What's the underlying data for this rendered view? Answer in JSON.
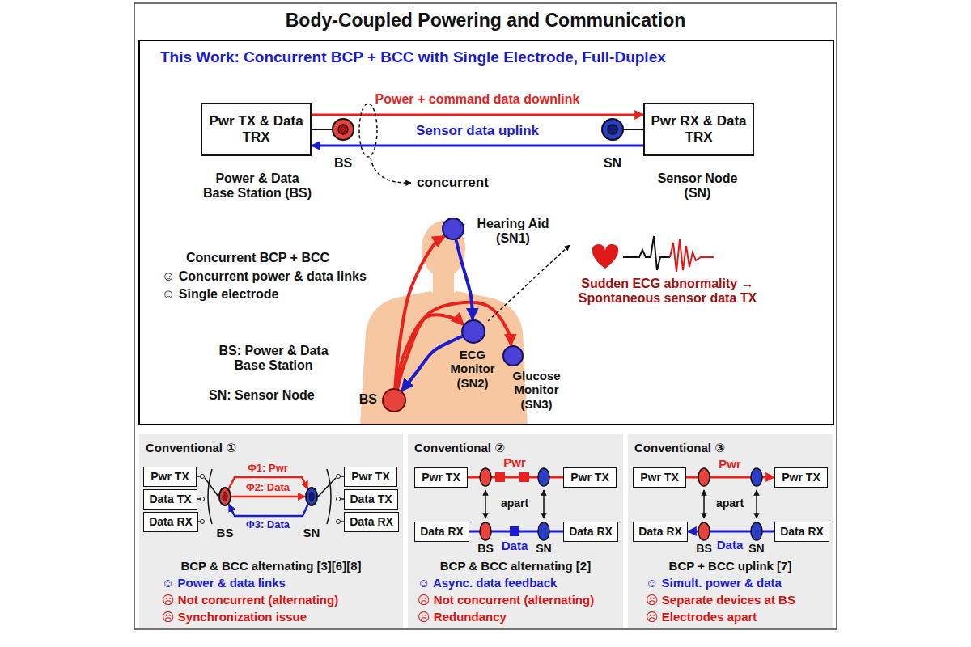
{
  "diagram": {
    "title": "Body-Coupled Powering and Communication",
    "nodes": [
      {
        "text": [
          "Pwr TX & Data TRX"
        ]
      },
      {
        "text": [
          "Pwr RX & Data TRX"
        ]
      },
      {
        "text": [
          "Hearing Aid (SN1)"
        ]
      },
      {
        "text": [
          "ECG Monitor (SN2)"
        ]
      },
      {
        "text": [
          "Glucose Monitor (SN3)"
        ]
      },
      {
        "text": [
          "BS"
        ]
      },
      {
        "text": [
          "Conventional ①",
          "BCP & BCC alternating [3][6][8]",
          "☺ Power & data links",
          "☹ Not concurrent (alternating)",
          "☹ Synchronization issue"
        ]
      },
      {
        "text": [
          "Pwr TX"
        ],
        "in": 6
      },
      {
        "text": [
          "Data TX"
        ],
        "in": 6
      },
      {
        "text": [
          "Data RX"
        ],
        "in": 6
      },
      {
        "text": [
          "BS"
        ],
        "in": 6
      },
      {
        "text": [
          "SN"
        ],
        "in": 6
      },
      {
        "text": [
          "Pwr TX"
        ],
        "in": 6
      },
      {
        "text": [
          "Data TX"
        ],
        "in": 6
      },
      {
        "text": [
          "Data RX"
        ],
        "in": 6
      },
      {
        "text": [
          "Conventional ②",
          "BCP & BCC alternating [2]",
          "☺ Async. data feedback",
          "☹ Not concurrent (alternating)",
          "☹ Redundancy"
        ]
      },
      {
        "text": [
          "Pwr TX"
        ],
        "in": 15
      },
      {
        "text": [
          "Data RX"
        ],
        "in": 15
      },
      {
        "text": [
          "Pwr TX"
        ],
        "in": 15
      },
      {
        "text": [
          "Data RX"
        ],
        "in": 15
      },
      {
        "text": [
          "Conventional ③",
          "BCP + BCC uplink [7]",
          "☺ Simult. power & data",
          "☹ Separate devices at BS",
          "☹ Electrodes apart"
        ]
      },
      {
        "text": [
          "Pwr TX"
        ],
        "in": 20
      },
      {
        "text": [
          "Data RX"
        ],
        "in": 20
      },
      {
        "text": [
          "Pwr TX"
        ],
        "in": 20
      },
      {
        "text": [
          "Data RX"
        ],
        "in": 20
      }
    ],
    "edges": [
      {
        "from": 0,
        "to": 1,
        "arrow": "to",
        "label": "Power + command data downlink"
      },
      {
        "from": 1,
        "to": 0,
        "arrow": "to",
        "label": "Sensor data uplink"
      },
      {
        "from": 5,
        "to": 2,
        "arrow": "to"
      },
      {
        "from": 5,
        "to": 3,
        "arrow": "to"
      },
      {
        "from": 5,
        "to": 4,
        "arrow": "to"
      },
      {
        "from": 2,
        "to": 3,
        "arrow": "to"
      },
      {
        "from": 3,
        "to": 5,
        "arrow": "to"
      },
      {
        "from": 10,
        "to": 11,
        "arrow": "to",
        "label": "Φ1: Pwr"
      },
      {
        "from": 10,
        "to": 11,
        "arrow": "to",
        "label": "Φ2: Data"
      },
      {
        "from": 11,
        "to": 10,
        "arrow": "to",
        "label": "Φ3: Data"
      },
      {
        "from": 16,
        "to": 18,
        "arrow": "none",
        "label": "Pwr"
      },
      {
        "from": 19,
        "to": 17,
        "arrow": "none",
        "label": "Data"
      },
      {
        "from": 21,
        "to": 23,
        "arrow": "to",
        "label": "Pwr"
      },
      {
        "from": 24,
        "to": 22,
        "arrow": "to",
        "label": "Data"
      }
    ],
    "labels": [
      "This Work: Concurrent BCP + BCC with Single Electrode, Full-Duplex",
      "BS",
      "SN",
      "Power & Data Base Station (BS)",
      "Sensor Node (SN)",
      "concurrent",
      "Concurrent BCP + BCC",
      "☺ Concurrent power & data links",
      "☺ Single electrode",
      "BS: Power & Data Base Station",
      "SN: Sensor Node",
      "Sudden ECG abnormality → Spontaneous sensor data TX",
      "apart",
      "BS",
      "SN",
      "apart",
      "BS",
      "SN"
    ]
  }
}
